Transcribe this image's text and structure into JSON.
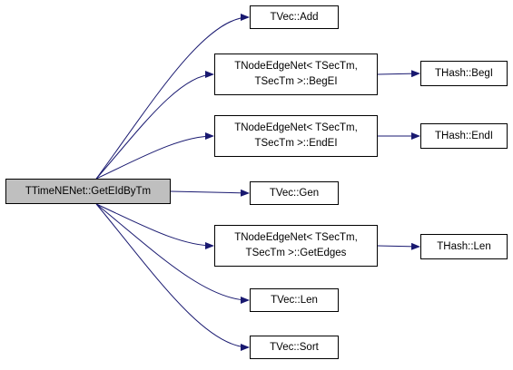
{
  "graph": {
    "colors": {
      "edge": "#191970",
      "root_fill": "#bfbfbf",
      "node_fill": "#ffffff",
      "border": "#000000"
    },
    "root": {
      "label": "TTimeNENet::GetEIdByTm"
    },
    "nodes": {
      "tvec_add": {
        "lines": [
          "TVec::Add"
        ]
      },
      "begei": {
        "lines": [
          "TNodeEdgeNet< TSecTm,",
          "TSecTm >::BegEI"
        ]
      },
      "endei": {
        "lines": [
          "TNodeEdgeNet< TSecTm,",
          "TSecTm >::EndEI"
        ]
      },
      "tvec_gen": {
        "lines": [
          "TVec::Gen"
        ]
      },
      "getedges": {
        "lines": [
          "TNodeEdgeNet< TSecTm,",
          "TSecTm >::GetEdges"
        ]
      },
      "tvec_len": {
        "lines": [
          "TVec::Len"
        ]
      },
      "tvec_sort": {
        "lines": [
          "TVec::Sort"
        ]
      },
      "thash_begi": {
        "lines": [
          "THash::BegI"
        ]
      },
      "thash_endi": {
        "lines": [
          "THash::EndI"
        ]
      },
      "thash_len": {
        "lines": [
          "THash::Len"
        ]
      }
    },
    "edges": [
      [
        "root",
        "tvec_add"
      ],
      [
        "root",
        "begei"
      ],
      [
        "root",
        "endei"
      ],
      [
        "root",
        "tvec_gen"
      ],
      [
        "root",
        "getedges"
      ],
      [
        "root",
        "tvec_len"
      ],
      [
        "root",
        "tvec_sort"
      ],
      [
        "begei",
        "thash_begi"
      ],
      [
        "endei",
        "thash_endi"
      ],
      [
        "getedges",
        "thash_len"
      ]
    ]
  }
}
